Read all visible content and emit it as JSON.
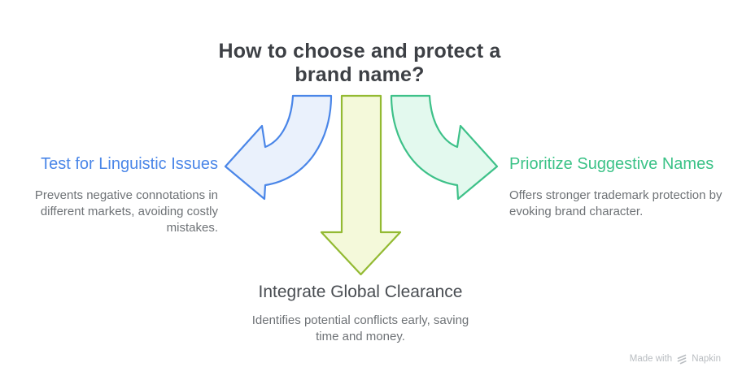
{
  "title": "How to choose and protect a brand name?",
  "branches": [
    {
      "heading": "Test for Linguistic Issues",
      "description": "Prevents negative connotations in different markets, avoiding costly mistakes.",
      "heading_color": "#4a86e8",
      "arrow": {
        "name": "curved-arrow-left",
        "fill": "#eaf1fc",
        "stroke": "#4a86e8"
      }
    },
    {
      "heading": "Integrate Global Clearance",
      "description": "Identifies potential conflicts early, saving time and money.",
      "heading_color": "#494d52",
      "arrow": {
        "name": "down-arrow",
        "fill": "#f4f9da",
        "stroke": "#93ba32"
      }
    },
    {
      "heading": "Prioritize Suggestive Names",
      "description": "Offers stronger trademark protection by evoking brand character.",
      "heading_color": "#3bc287",
      "arrow": {
        "name": "curved-arrow-right",
        "fill": "#e3f9ee",
        "stroke": "#3ec189"
      }
    }
  ],
  "watermark": {
    "prefix": "Made with",
    "brand": "Napkin",
    "icon": "napkin-logo-icon"
  },
  "colors": {
    "background": "#ffffff",
    "title": "#3d4045",
    "description": "#6e7276",
    "watermark": "#b9bdc1"
  }
}
